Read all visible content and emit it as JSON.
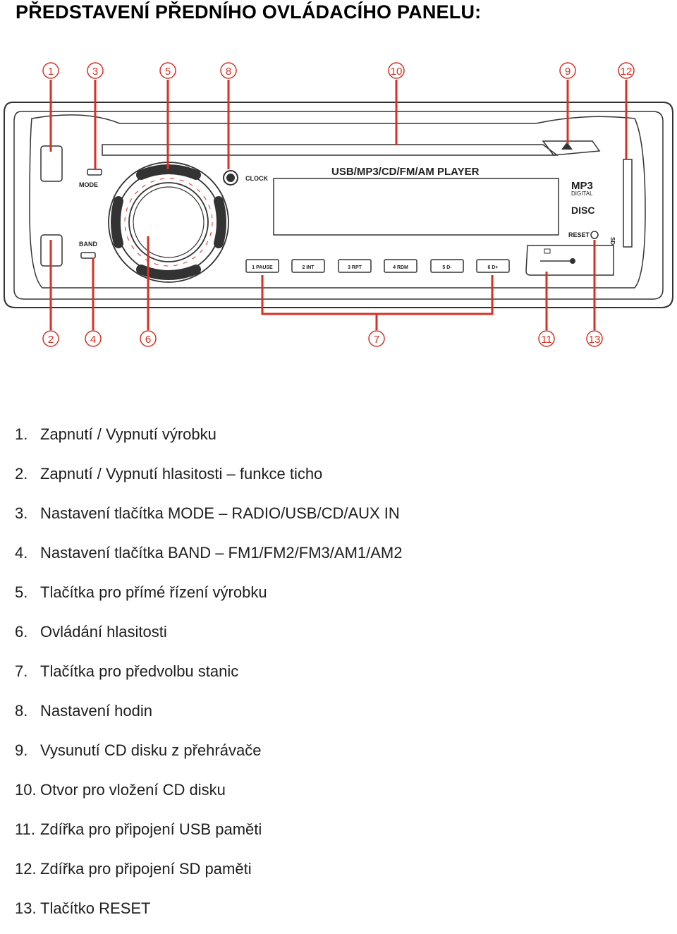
{
  "title": "PŘEDSTAVENÍ PŘEDNÍHO OVLÁDACÍHO PANELU:",
  "colors": {
    "callout": "#d93025",
    "line": "#333333"
  },
  "panel": {
    "device_name": "USB/MP3/CD/FM/AM PLAYER",
    "mode_label": "MODE",
    "band_label": "BAND",
    "clock_label": "CLOCK",
    "reset_label": "RESET",
    "sd_label": "SD",
    "mp3_label": "MP3",
    "mp3_sub": "DIGITAL",
    "disc_label": "DISC",
    "presets": [
      "1 PAUSE",
      "2 INT",
      "3 RPT",
      "4 RDM",
      "5 D-",
      "6 D+"
    ],
    "callouts_top": [
      "1",
      "3",
      "5",
      "8",
      "10",
      "9",
      "12"
    ],
    "callouts_bottom": [
      "2",
      "4",
      "6",
      "7",
      "11",
      "13"
    ]
  },
  "legend": [
    {
      "num": "1.",
      "text": "Zapnutí / Vypnutí výrobku"
    },
    {
      "num": "2.",
      "text": "Zapnutí / Vypnutí hlasitosti – funkce ticho"
    },
    {
      "num": "3.",
      "text": "Nastavení tlačítka MODE – RADIO/USB/CD/AUX IN"
    },
    {
      "num": "4.",
      "text": "Nastavení tlačítka BAND – FM1/FM2/FM3/AM1/AM2"
    },
    {
      "num": "5.",
      "text": "Tlačítka pro přímé řízení výrobku"
    },
    {
      "num": "6.",
      "text": "Ovládání hlasitosti"
    },
    {
      "num": "7.",
      "text": "Tlačítka pro předvolbu stanic"
    },
    {
      "num": "8.",
      "text": "Nastavení hodin"
    },
    {
      "num": "9.",
      "text": "Vysunutí CD disku z přehrávače"
    },
    {
      "num": "10.",
      "text": "Otvor pro vložení CD disku"
    },
    {
      "num": "11.",
      "text": "Zdířka pro připojení USB paměti"
    },
    {
      "num": "12.",
      "text": "Zdířka pro připojení SD paměti"
    },
    {
      "num": "13.",
      "text": "Tlačítko RESET"
    }
  ]
}
